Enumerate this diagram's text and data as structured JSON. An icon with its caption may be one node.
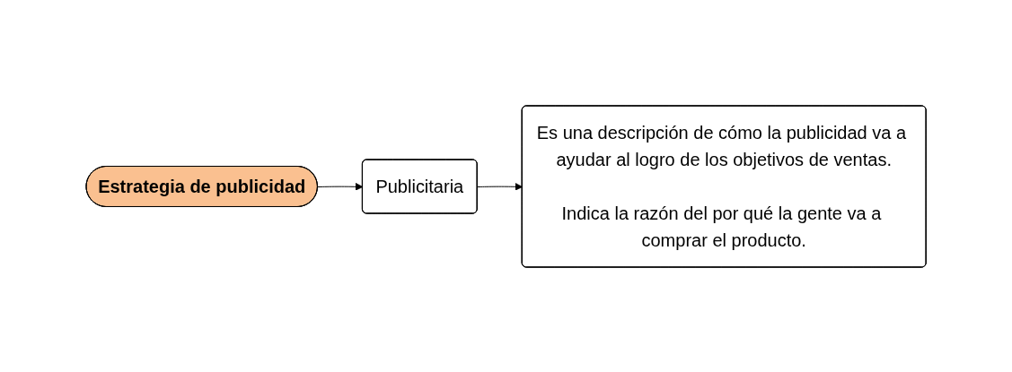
{
  "diagram": {
    "nodes": [
      {
        "text": [
          "Estrategia de publicidad"
        ]
      },
      {
        "text": [
          "Publicitaria"
        ]
      },
      {
        "text": [
          "Es una descripción de cómo la publicidad va a ayudar al logro de los objetivos de ventas.",
          "Indica la razón del por qué la gente va a comprar el producto."
        ]
      }
    ],
    "edges": [
      {
        "from": 0,
        "to": 1,
        "arrow": "to"
      },
      {
        "from": 1,
        "to": 2,
        "arrow": "to"
      }
    ]
  }
}
